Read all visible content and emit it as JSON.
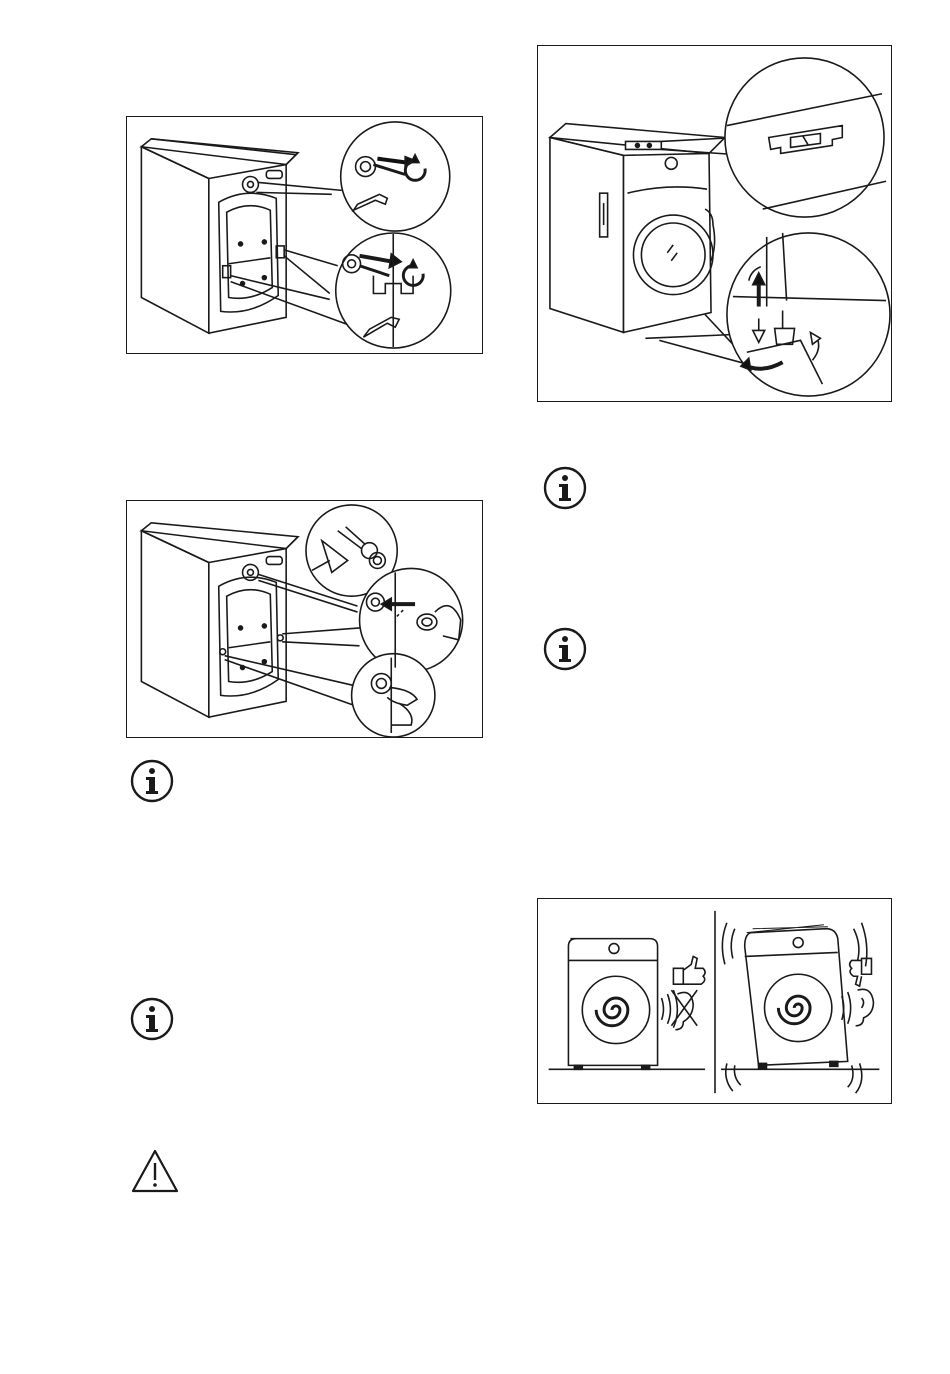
{
  "page": {
    "figures": [
      {
        "id": "remove-transit-bolts",
        "icon": "wrench-icon"
      },
      {
        "id": "insert-plastic-caps",
        "icon": "cap-icon"
      },
      {
        "id": "level-appliance",
        "icon": "spirit-level-icon"
      },
      {
        "id": "vibration-comparison",
        "icon": "washing-machine-icon"
      }
    ],
    "notes": [
      {
        "type": "info",
        "icon": "info-icon"
      },
      {
        "type": "info",
        "icon": "info-icon"
      },
      {
        "type": "info",
        "icon": "info-icon"
      },
      {
        "type": "info",
        "icon": "info-icon"
      },
      {
        "type": "warning",
        "icon": "warning-triangle-icon"
      }
    ]
  }
}
